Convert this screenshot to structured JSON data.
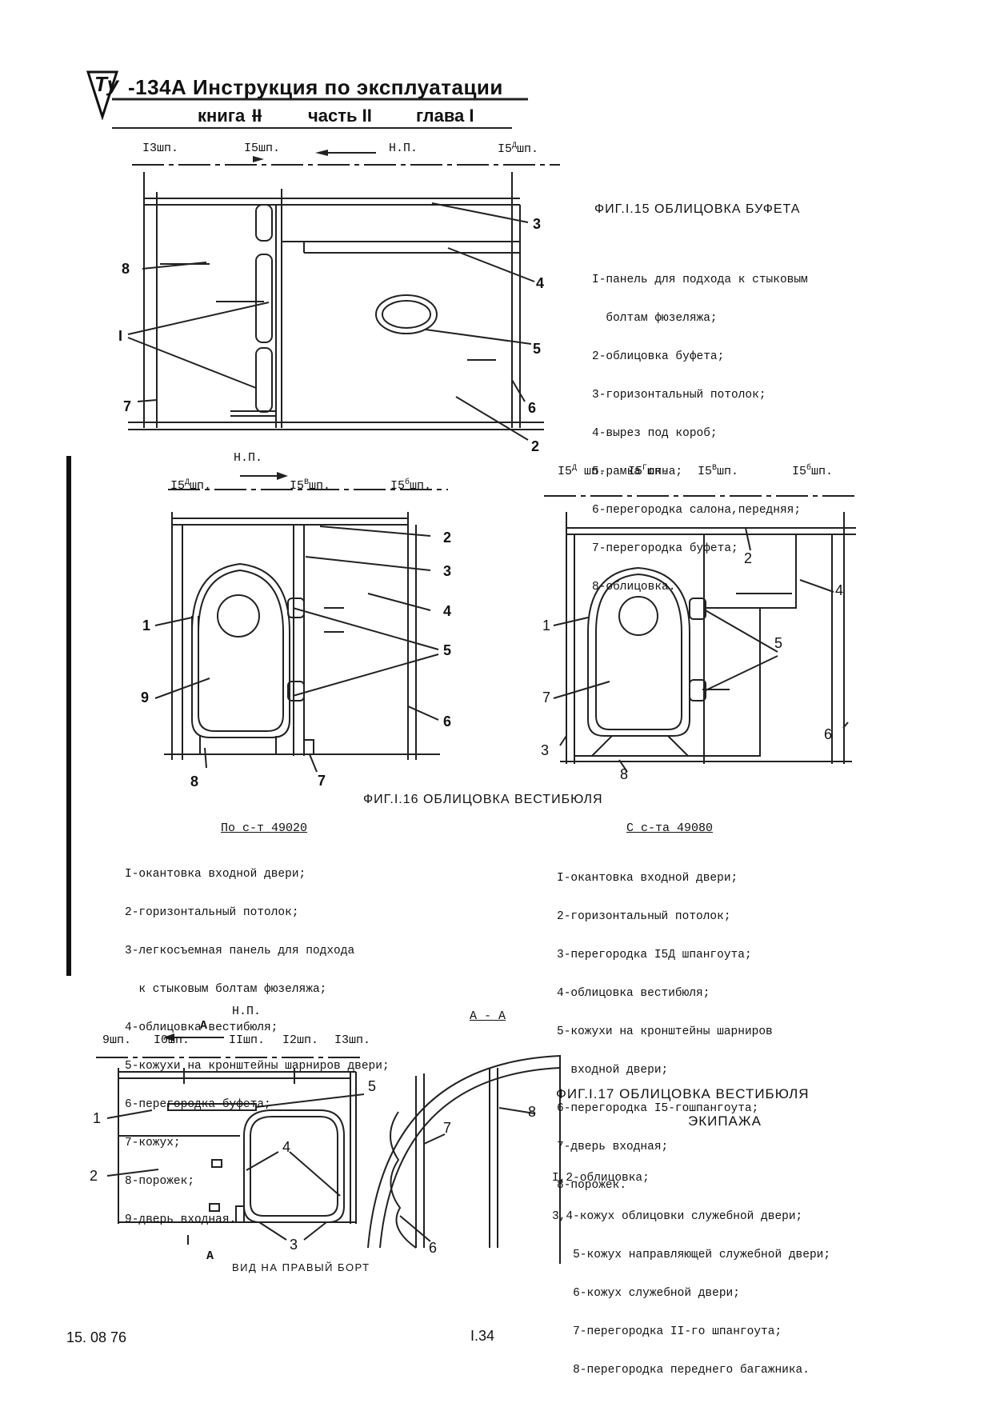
{
  "header": {
    "logo_text": "Ту",
    "title": "-134А Инструкция по эксплуатации",
    "book": "книга",
    "book_num": "II",
    "part": "часть II",
    "chapter": "глава I"
  },
  "fig15": {
    "caption": "ФИГ.I.15 ОБЛИЦОВКА БУФЕТА",
    "frames": [
      "I3шп.",
      "I5шп.",
      "Н.П.",
      "I5",
      "шп."
    ],
    "frame_sup": "Д",
    "legend": [
      "I-панель для подхода к стыковым",
      "  болтам фюзеляжа;",
      "2-облицовка буфета;",
      "3-горизонтальный потолок;",
      "4-вырез под короб;",
      "5-рамка окна;",
      "6-перегородка салона,передняя;",
      "7-перегородка буфета;",
      "8-облицовка."
    ],
    "callouts": [
      "8",
      "I",
      "7",
      "3",
      "4",
      "5",
      "6",
      "2"
    ]
  },
  "fig16": {
    "caption": "ФИГ.I.16 ОБЛИЦОВКА ВЕСТИБЮЛЯ",
    "left_frames": [
      "Н.П.",
      "I5",
      "шп.",
      "I5",
      "шп.",
      "I5",
      "шп."
    ],
    "left_frame_sups": [
      "Д",
      "В",
      "б"
    ],
    "right_frames": [
      "I5",
      "шп.",
      "I5",
      "шп.",
      "I5",
      "шп.",
      "I5",
      "шп."
    ],
    "right_frame_sups": [
      "Д",
      "Г",
      "В",
      "б"
    ],
    "left_callouts": [
      "2",
      "3",
      "4",
      "5",
      "1",
      "9",
      "6",
      "8",
      "7"
    ],
    "right_callouts": [
      "2",
      "4",
      "5",
      "1",
      "7",
      "3",
      "8",
      "6"
    ],
    "left_heading": "По с-т 49020",
    "left_legend": [
      "I-окантовка входной двери;",
      "2-горизонтальный потолок;",
      "3-легкосъемная панель для подхода",
      "  к стыковым болтам фюзеляжа;",
      "4-облицовка вестибюля;",
      "5-кожухи на кронштейны шарниров двери;",
      "6-перегородка буфета;",
      "7-кожух;",
      "8-порожек;",
      "9-дверь входная."
    ],
    "right_heading": "С с-та 49080",
    "right_legend": [
      "I-окантовка входной двери;",
      "2-горизонтальный потолок;",
      "3-перегородка I5Д шпангоута;",
      "4-облицовка вестибюля;",
      "5-кожухи на кронштейны шарниров",
      "  входной двери;",
      "6-перегородка I5-гошпангоута;",
      "7-дверь входная;",
      "8-порожек."
    ]
  },
  "fig17": {
    "caption_line1": "ФИГ.I.17  ОБЛИЦОВКА ВЕСТИБЮЛЯ",
    "caption_line2": "ЭКИПАЖА",
    "direction": "Н.П.",
    "section_mark": "А",
    "section_title": "А - А",
    "frames": [
      "9шп.",
      "I0шп.",
      "IIшп.",
      "I2шп.",
      "I3шп."
    ],
    "view_label": "ВИД НА ПРАВЫЙ БОРТ",
    "callouts": [
      "5",
      "1",
      "2",
      "4",
      "3",
      "8",
      "7",
      "6"
    ],
    "legend": [
      "I,2-облицовка;",
      "3,4-кожух облицовки служебной двери;",
      "   5-кожух направляющей служебной двери;",
      "   6-кожух служебной двери;",
      "   7-перегородка II-го шпангоута;",
      "   8-перегородка переднего багажника."
    ]
  },
  "footer": {
    "date": "15. 08  76",
    "page": "I.34"
  }
}
